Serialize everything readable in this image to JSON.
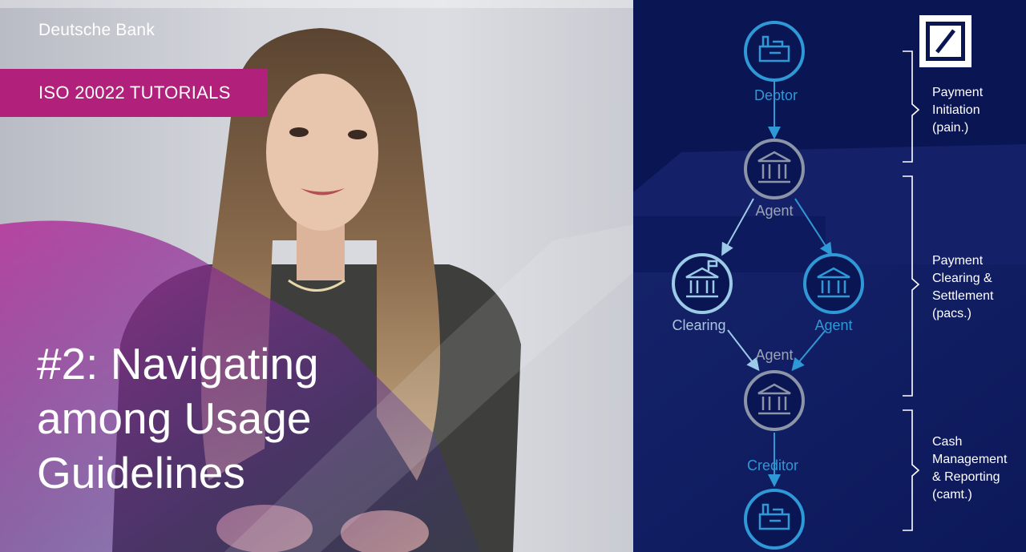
{
  "brand": {
    "name": "Deutsche Bank",
    "logo_icon": "deutsche-bank-logo-icon"
  },
  "header": {
    "series_label": "ISO 20022 TUTORIALS"
  },
  "title": {
    "lines": [
      "#2: Navigating",
      "among Usage",
      "Guidelines"
    ]
  },
  "diagram": {
    "nodes": {
      "debtor": {
        "label": "Debtor",
        "icon": "factory-icon"
      },
      "agent_top": {
        "label": "Agent",
        "icon": "bank-icon"
      },
      "clearing": {
        "label": "Clearing",
        "icon": "bank-flag-icon"
      },
      "agent_right": {
        "label": "Agent",
        "icon": "bank-icon"
      },
      "agent_bottom": {
        "label": "Agent",
        "icon": "bank-icon"
      },
      "creditor": {
        "label": "Creditor",
        "icon": "factory-icon"
      }
    },
    "phases": [
      {
        "lines": [
          "Payment",
          "Initiation",
          "(pain.)"
        ]
      },
      {
        "lines": [
          "Payment",
          "Clearing &",
          "Settlement",
          "(pacs.)"
        ]
      },
      {
        "lines": [
          "Cash",
          "Management",
          "& Reporting",
          "(camt.)"
        ]
      }
    ]
  },
  "colors": {
    "navy": "#0a1553",
    "magenta": "#b1207a",
    "blue_accent": "#2f98d6",
    "grey_node": "#9aa3b8"
  }
}
